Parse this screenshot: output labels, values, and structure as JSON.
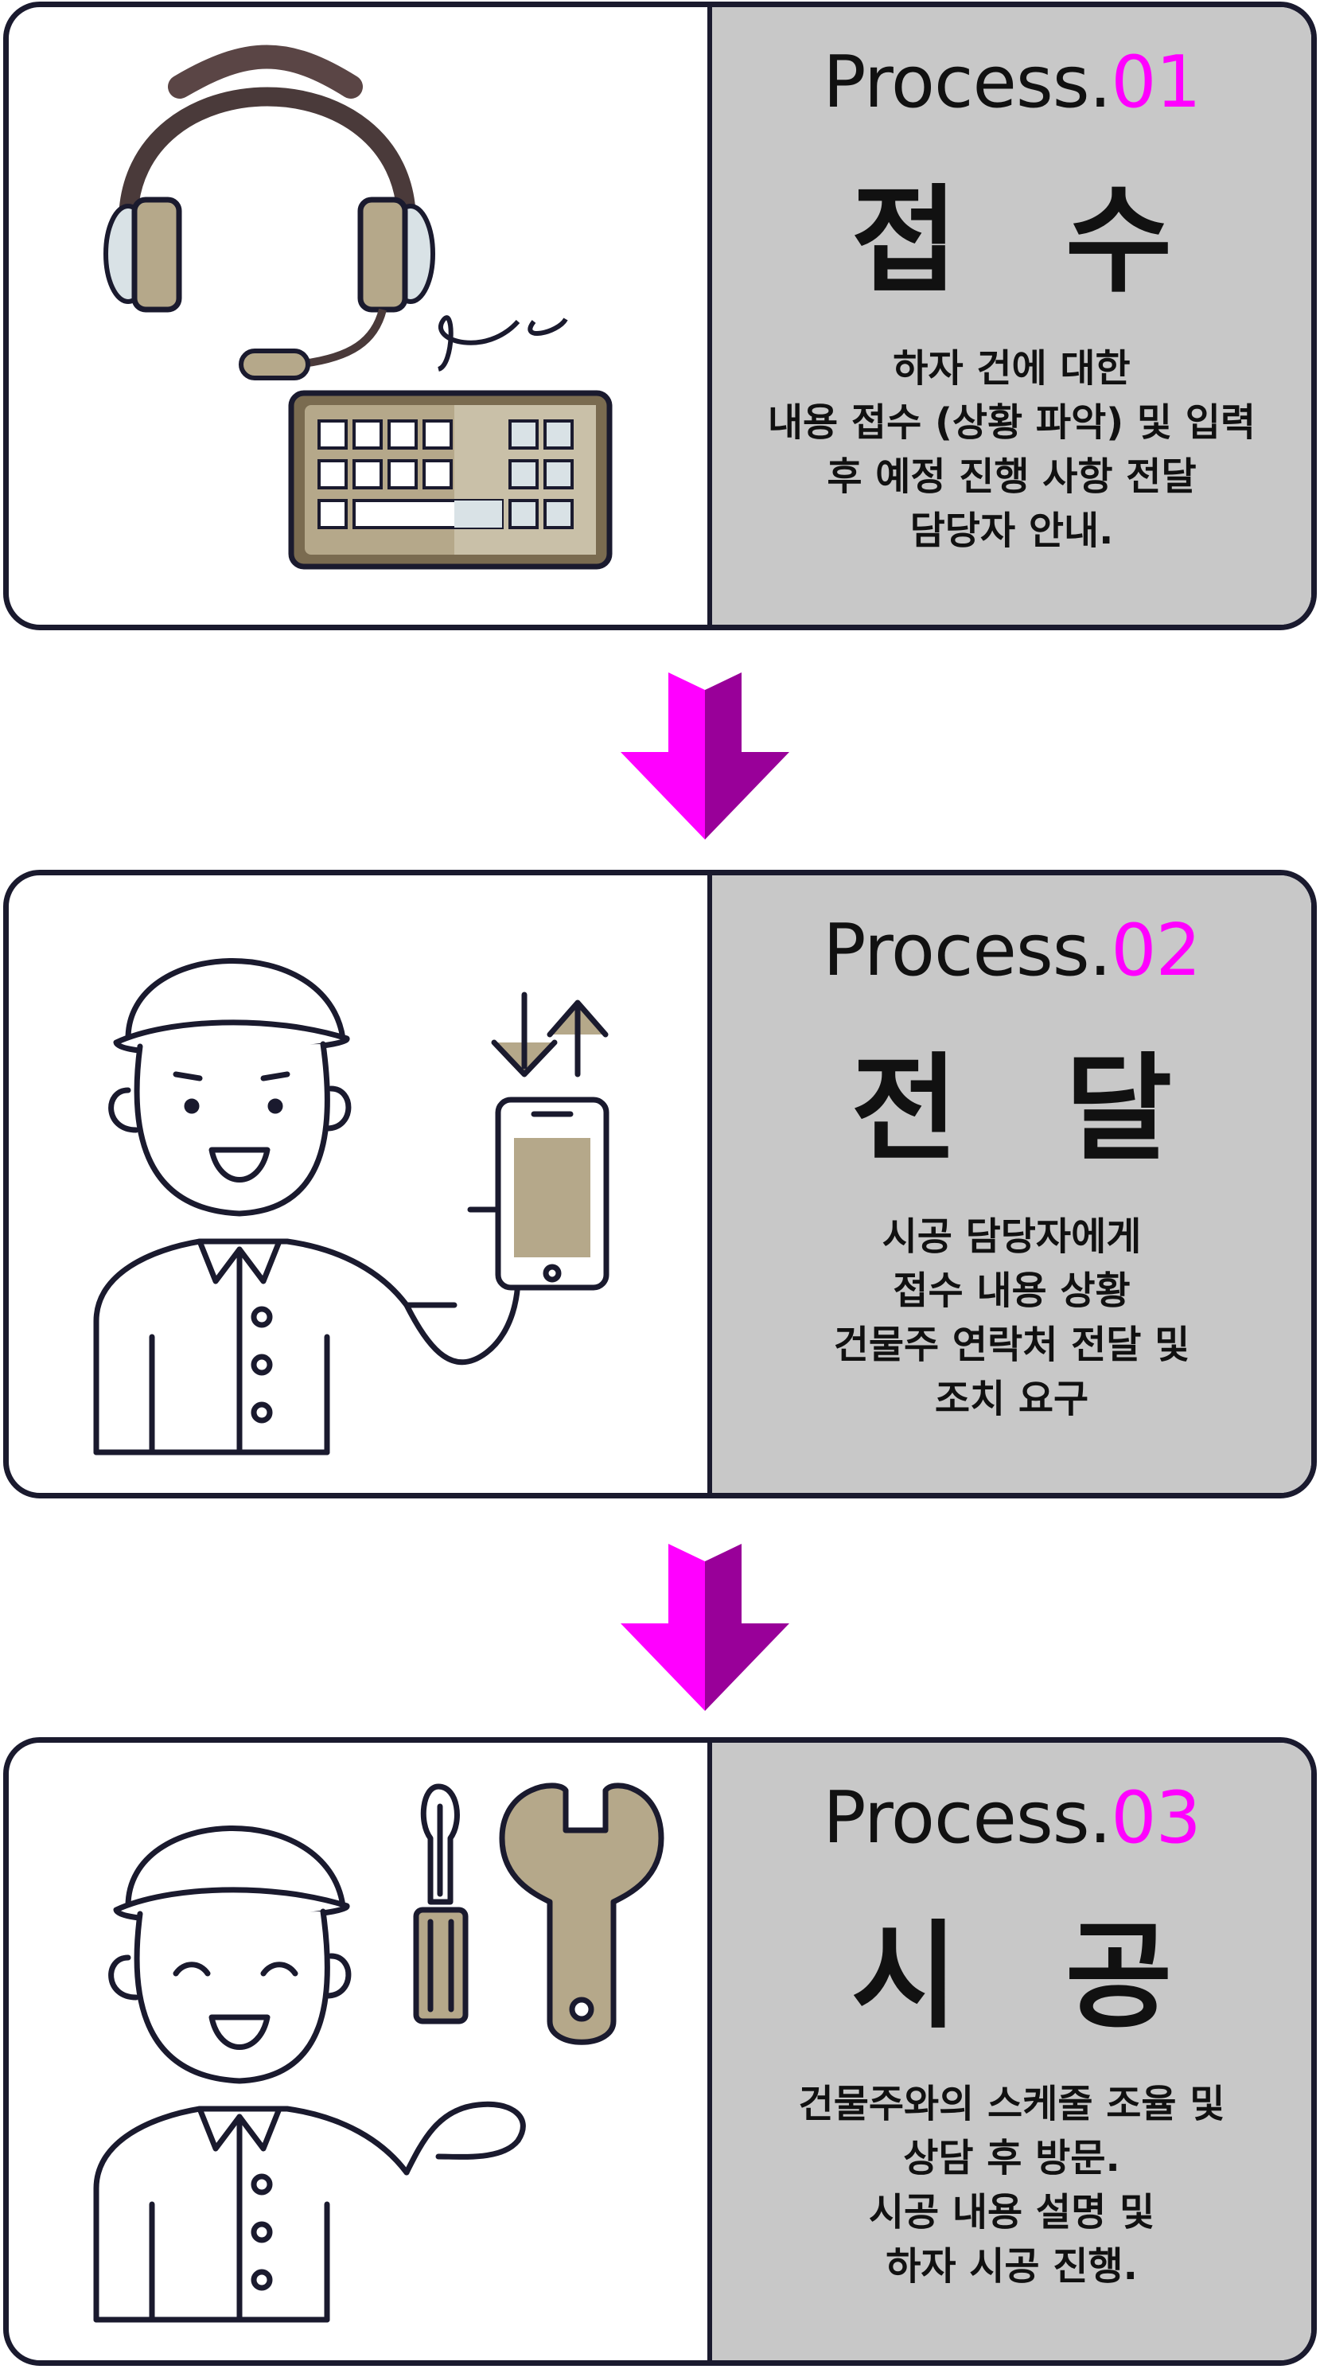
{
  "accent_color": "#ff00ff",
  "steps": [
    {
      "process_label": "Process.",
      "process_number": "01",
      "title": "접 수",
      "description": [
        "하자 건에 대한",
        "내용 접수 (상황 파악) 및 입력",
        "후 예정 진행 사항 전달",
        "담당자 안내."
      ],
      "icon": "headset-keyboard-icon"
    },
    {
      "process_label": "Process.",
      "process_number": "02",
      "title": "전 달",
      "description": [
        "시공 담당자에게",
        "접수 내용 상황",
        "건물주 연락처 전달 및",
        "조치 요구"
      ],
      "icon": "worker-phone-icon"
    },
    {
      "process_label": "Process.",
      "process_number": "03",
      "title": "시 공",
      "description": [
        "건물주와의 스케줄 조율 및",
        "상담 후 방문.",
        "시공 내용 설명 및",
        "하자 시공 진행."
      ],
      "icon": "worker-tools-icon"
    }
  ]
}
